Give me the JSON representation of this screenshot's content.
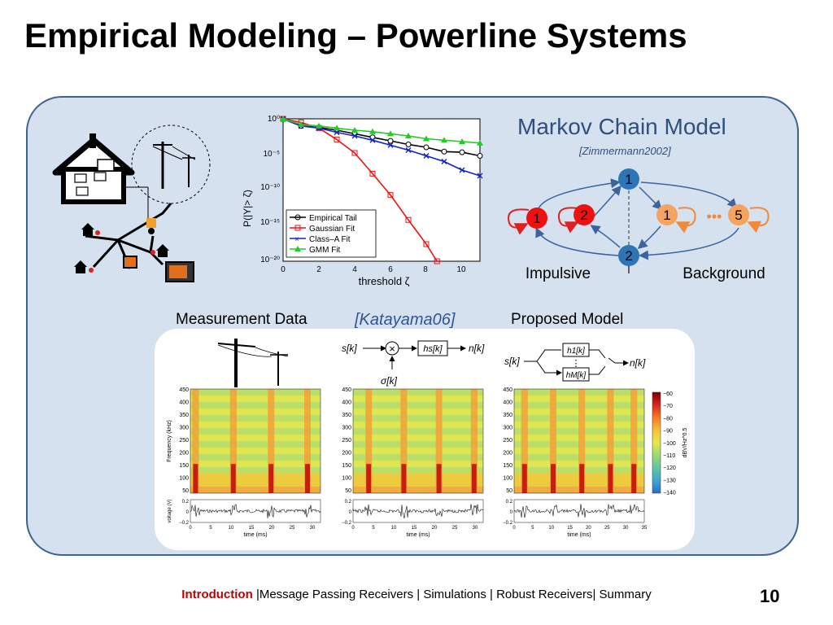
{
  "slide": {
    "title": "Empirical Modeling – Powerline Systems",
    "page_number": "10"
  },
  "footer": {
    "active": "Introduction",
    "rest": "|Message Passing Receivers | Simulations | Robust Receivers| Summary"
  },
  "chart": {
    "ylabel": "P(|Y|> ζ)",
    "xlabel": "threshold  ζ",
    "xticks": [
      "0",
      "2",
      "4",
      "6",
      "8",
      "10"
    ],
    "yticks": [
      "10⁰",
      "10⁻⁵",
      "10⁻¹⁰",
      "10⁻¹⁵",
      "10⁻²⁰"
    ],
    "legend": [
      "Empirical Tail",
      "Gaussian Fit",
      "Class–A Fit",
      "GMM Fit"
    ]
  },
  "chart_data": {
    "type": "line",
    "xlabel": "threshold ζ",
    "ylabel": "P(|Y|> ζ)",
    "xlim": [
      0,
      11
    ],
    "ylim_log10": [
      -20,
      0
    ],
    "yscale": "log",
    "legend_position": "bottom-left",
    "series": [
      {
        "name": "Empirical Tail",
        "color": "#000000",
        "marker": "circle",
        "x": [
          0,
          1,
          2,
          3,
          4,
          5,
          6,
          7,
          8,
          9,
          10,
          11
        ],
        "y_log10": [
          0,
          -1.0,
          -1.2,
          -1.6,
          -2.1,
          -2.6,
          -3.1,
          -3.6,
          -4.0,
          -4.6,
          -4.7,
          -5.2
        ]
      },
      {
        "name": "Gaussian Fit",
        "color": "#ee1111",
        "marker": "square",
        "x": [
          0,
          1,
          2,
          3,
          4,
          5,
          6,
          7,
          8,
          8.6
        ],
        "y_log10": [
          0,
          -0.5,
          -1.3,
          -2.9,
          -4.8,
          -7.7,
          -10.7,
          -14.2,
          -17.6,
          -20
        ]
      },
      {
        "name": "Class–A Fit",
        "color": "#1122cc",
        "marker": "x",
        "x": [
          0,
          1,
          2,
          3,
          4,
          5,
          6,
          7,
          8,
          9,
          10,
          11
        ],
        "y_log10": [
          0,
          -1.0,
          -1.3,
          -1.9,
          -2.4,
          -3.0,
          -3.7,
          -4.4,
          -5.2,
          -6.0,
          -7.2,
          -8.0
        ]
      },
      {
        "name": "GMM Fit",
        "color": "#22cc22",
        "marker": "triangle",
        "x": [
          0,
          1,
          2,
          3,
          4,
          5,
          6,
          7,
          8,
          9,
          10,
          11
        ],
        "y_log10": [
          0,
          -0.8,
          -1.0,
          -1.3,
          -1.6,
          -1.8,
          -2.1,
          -2.4,
          -2.8,
          -3.0,
          -3.2,
          -3.4
        ]
      }
    ]
  },
  "markov": {
    "title": "Markov Chain Model",
    "citation": "[Zimmermann2002]",
    "state_top": "1",
    "state_bottom": "2",
    "left_states": [
      "1",
      "2"
    ],
    "right_states": [
      "1",
      "5"
    ],
    "dots": "•••",
    "label_left": "Impulsive",
    "label_right": "Background"
  },
  "labels": {
    "measurement": "Measurement Data",
    "katayama": "[Katayama06]",
    "proposed": "Proposed Model"
  },
  "diagrams": {
    "middle": {
      "input": "s[k]",
      "block": "hs[k]",
      "output": "n[k]",
      "sigma": "σ[k]"
    },
    "right": {
      "input": "s[k]",
      "block_top": "h1[k]",
      "dots": "⋮",
      "block_bottom": "hM[k]",
      "output": "n[k]"
    }
  },
  "spectrogram": {
    "ylabel": "Frequency (kHz)",
    "yticks": [
      "450",
      "400",
      "350",
      "300",
      "250",
      "200",
      "150",
      "100",
      "50"
    ],
    "colorbar_unit": "dBV/Hz^0.5",
    "colorbar_ticks": [
      "−60",
      "−70",
      "−80",
      "−90",
      "−100",
      "−110",
      "−120",
      "−130",
      "−140"
    ],
    "colorbar_colors": [
      "#7a0000",
      "#d62418",
      "#f77b21",
      "#f5c434",
      "#e6e94c",
      "#9fda6a",
      "#5fc6a5",
      "#3ca4d8",
      "#2d6fc0"
    ],
    "voltage_ylabel": "voltage (V)",
    "voltage_yticks": [
      "0.2",
      "0",
      "−0.2"
    ],
    "time_label": "time (ms)",
    "panel_xticks": [
      [
        "0",
        "5",
        "10",
        "15",
        "20",
        "25",
        "30"
      ],
      [
        "0",
        "5",
        "10",
        "15",
        "20",
        "25",
        "30"
      ],
      [
        "0",
        "5",
        "10",
        "15",
        "20",
        "25",
        "30",
        "35"
      ]
    ]
  }
}
